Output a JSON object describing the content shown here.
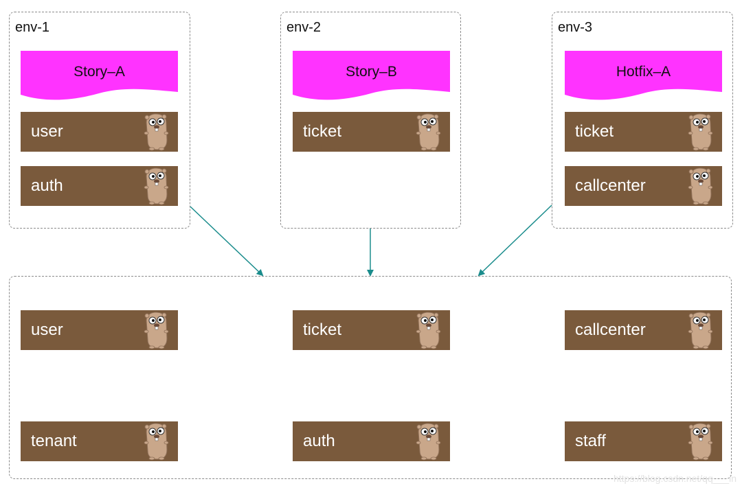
{
  "environments": [
    {
      "title": "env-1",
      "story": "Story–A",
      "services": [
        "user",
        "auth"
      ]
    },
    {
      "title": "env-2",
      "story": "Story–B",
      "services": [
        "ticket"
      ]
    },
    {
      "title": "env-3",
      "story": "Hotfix–A",
      "services": [
        "ticket",
        "callcenter"
      ]
    }
  ],
  "shared": {
    "services": [
      "user",
      "ticket",
      "callcenter",
      "tenant",
      "auth",
      "staff"
    ]
  },
  "watermark": "https://blog.csdn.net/qq___in",
  "colors": {
    "story_fill": "#ff33ff",
    "service_fill": "#7a5a3c",
    "arrow": "#1a8c8c",
    "border": "#8a8a8a"
  },
  "icons": {
    "service": "go-gopher-icon"
  }
}
